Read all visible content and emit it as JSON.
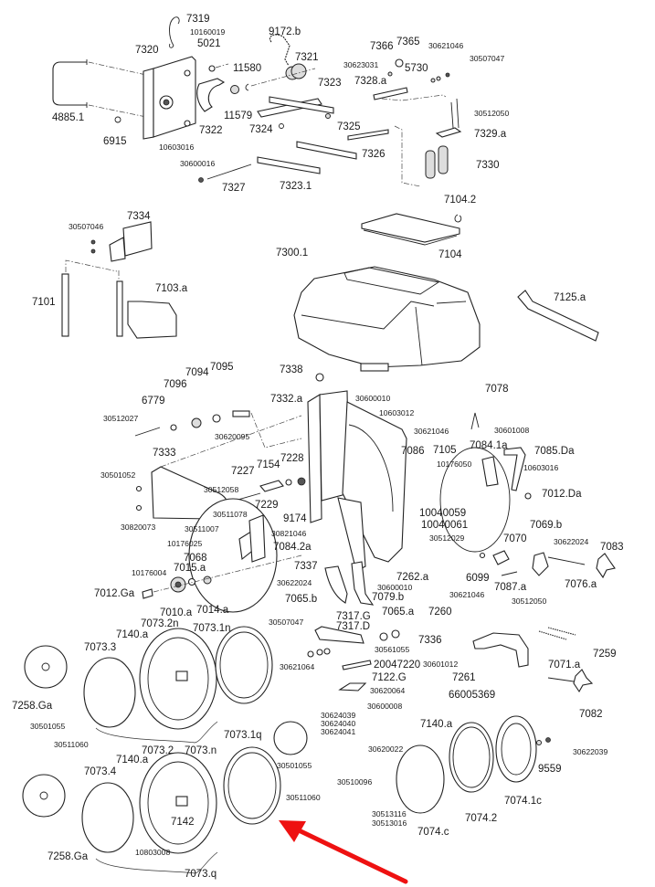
{
  "diagram": {
    "title": "Seed drill row unit – exploded parts view",
    "highlight_color": "#ee1111",
    "highlight_target": "7073.1q",
    "labels": {
      "p7319": "7319",
      "p10160019": "10160019",
      "p5021": "5021",
      "p7320": "7320",
      "p9172b": "9172.b",
      "p7321": "7321",
      "p11580": "11580",
      "p4885_1": "4885.1",
      "p7322": "7322",
      "p11579": "11579",
      "p6915": "6915",
      "p10603016a": "10603016",
      "p7323": "7323",
      "p7324": "7324",
      "p7325": "7325",
      "p7326": "7326",
      "p30600016": "30600016",
      "p7327": "7327",
      "p7323_1": "7323.1",
      "p7366": "7366",
      "p7365": "7365",
      "p30621046a": "30621046",
      "p30507047a": "30507047",
      "p30623031": "30623031",
      "p5730": "5730",
      "p7328a": "7328.a",
      "p30512050a": "30512050",
      "p7329a": "7329.a",
      "p7330": "7330",
      "p7104_2": "7104.2",
      "p7104": "7104",
      "p30507046": "30507046",
      "p7334": "7334",
      "p7300_1": "7300.1",
      "p7101": "7101",
      "p7103a": "7103.a",
      "p7125a": "7125.a",
      "p7338": "7338",
      "p7094": "7094",
      "p7095": "7095",
      "p7096": "7096",
      "p6779": "6779",
      "p30512027": "30512027",
      "p30620095": "30620095",
      "p7332a": "7332.a",
      "p30600010a": "30600010",
      "p10603012": "10603012",
      "p30621046b": "30621046",
      "p7078": "7078",
      "p30601008": "30601008",
      "p7333": "7333",
      "p7228": "7228",
      "p7154": "7154",
      "p7227": "7227",
      "p30501052": "30501052",
      "p30512058": "30512058",
      "p7229": "7229",
      "p9174": "9174",
      "p30820073": "30820073",
      "p30511078": "30511078",
      "p30821046": "30821046",
      "p30511007": "30511007",
      "p7086": "7086",
      "p7105": "7105",
      "p10176050": "10176050",
      "p7084_1a": "7084.1a",
      "p7085Da": "7085.Da",
      "p10603016b": "10603016",
      "p7012Da": "7012.Da",
      "p10040059": "10040059",
      "p10040061": "10040061",
      "p30512029": "30512029",
      "p10176025": "10176025",
      "p7084_2a": "7084.2a",
      "p7068": "7068",
      "p7015a": "7015.a",
      "p10176004": "10176004",
      "p30622024a": "30622024",
      "p7337": "7337",
      "p7262a": "7262.a",
      "p7069b": "7069.b",
      "p7070": "7070",
      "p30622024b": "30622024",
      "p7083": "7083",
      "p6099": "6099",
      "p7087a": "7087.a",
      "p7076a": "7076.a",
      "p30600010b": "30600010",
      "p7079b": "7079.b",
      "p7012Ga": "7012.Ga",
      "p7014a": "7014.a",
      "p7010a": "7010.a",
      "p7065b": "7065.b",
      "p7065a": "7065.a",
      "p30621046c": "30621046",
      "p30512050b": "30512050",
      "p7260": "7260",
      "p7073_2n": "7073.2n",
      "p7073_1n": "7073.1n",
      "p30507047b": "30507047",
      "p7317G": "7317.G",
      "p7317D": "7317.D",
      "p7336": "7336",
      "p7140a1": "7140.a",
      "p7073_3": "7073.3",
      "p30561055": "30561055",
      "p20047220": "20047220",
      "p30601012": "30601012",
      "p7261": "7261",
      "p7259": "7259",
      "p7071a": "7071.a",
      "p30621064": "30621064",
      "p7122G": "7122.G",
      "p30620064": "30620064",
      "p30600008": "30600008",
      "p66005369": "66005369",
      "p7258Ga1": "7258.Ga",
      "p30501055a": "30501055",
      "p30511060a": "30511060",
      "p30624039": "30624039",
      "p30624040": "30624040",
      "p30624041": "30624041",
      "p7082": "7082",
      "p7140a2": "7140.a",
      "p7073_1q": "7073.1q",
      "p7073_2": "7073.2",
      "p7073_n": "7073.n",
      "p7140a3": "7140.a",
      "p30620022": "30620022",
      "p30622039": "30622039",
      "p9559": "9559",
      "p7073_4": "7073.4",
      "p30501055b": "30501055",
      "p30511060b": "30511060",
      "p30510096": "30510096",
      "p7142": "7142",
      "p7074_1c": "7074.1c",
      "p7074_2": "7074.2",
      "p30513116": "30513116",
      "p30513016": "30513016",
      "p7074c": "7074.c",
      "p7258Ga2": "7258.Ga",
      "p10803008": "10803008",
      "p7073q": "7073.q"
    }
  }
}
